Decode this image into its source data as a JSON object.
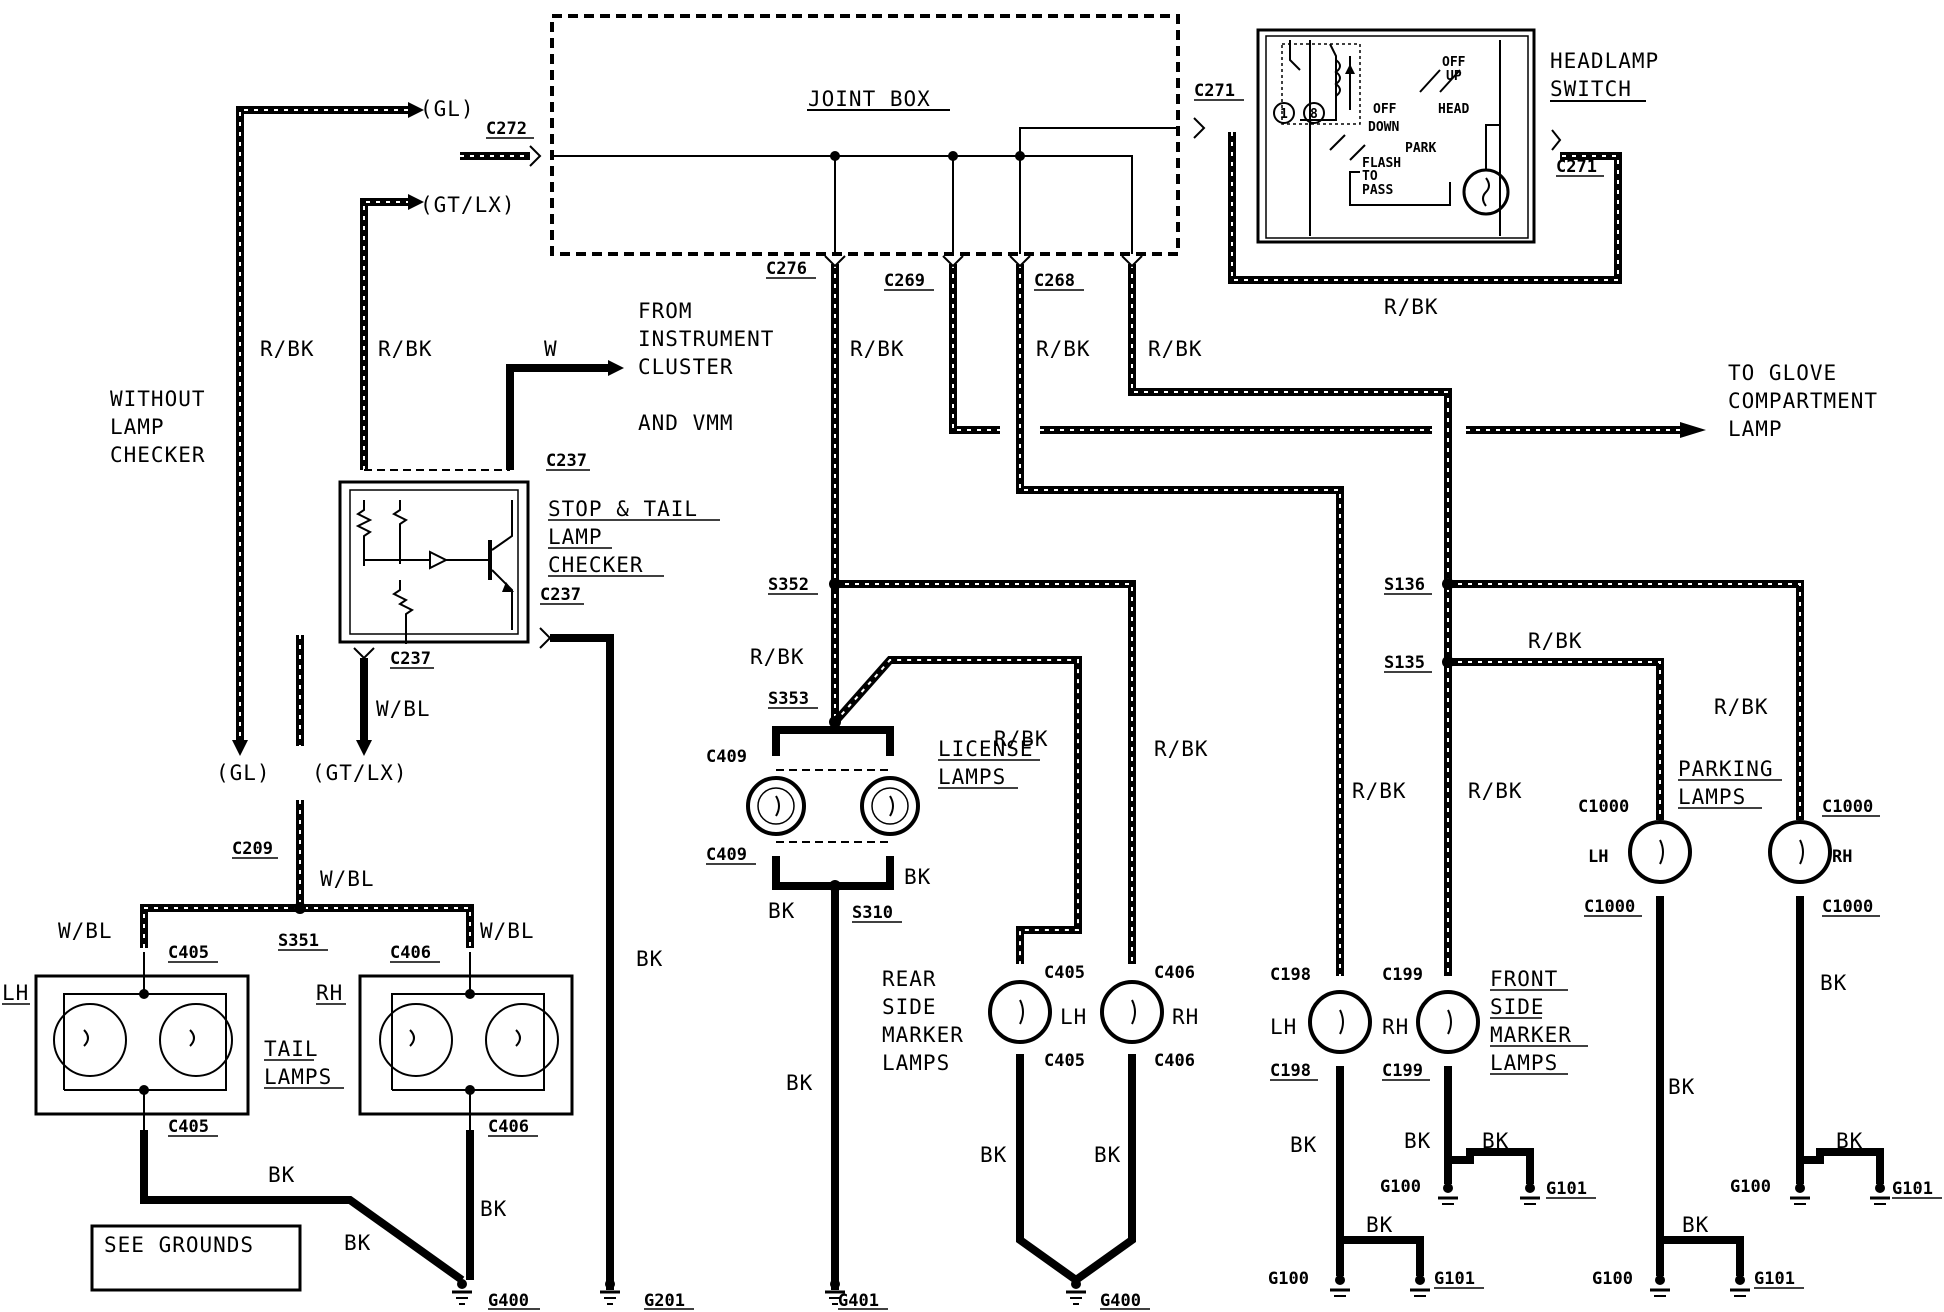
{
  "components": {
    "joint_box": "JOINT BOX",
    "headlamp_switch": [
      "HEADLAMP",
      "SWITCH"
    ],
    "stop_tail_checker": [
      "STOP & TAIL",
      "LAMP",
      "CHECKER"
    ],
    "from_cluster": [
      "FROM",
      "INSTRUMENT",
      "CLUSTER",
      "AND VMM"
    ],
    "glove_lamp": [
      "TO GLOVE",
      "COMPARTMENT",
      "LAMP"
    ],
    "without_checker": [
      "WITHOUT",
      "LAMP",
      "CHECKER"
    ],
    "license_lamps": [
      "LICENSE",
      "LAMPS"
    ],
    "tail_lamps": [
      "TAIL",
      "LAMPS"
    ],
    "rear_side_marker": [
      "REAR",
      "SIDE",
      "MARKER",
      "LAMPS"
    ],
    "front_side_marker": [
      "FRONT",
      "SIDE",
      "MARKER",
      "LAMPS"
    ],
    "parking_lamps": [
      "PARKING",
      "LAMPS"
    ],
    "see_grounds": "SEE GROUNDS"
  },
  "switch_labels": {
    "off_up": [
      "OFF",
      "UP"
    ],
    "head": "HEAD",
    "off_down": [
      "OFF",
      "DOWN"
    ],
    "park": "PARK",
    "flash": [
      "FLASH",
      "TO",
      "PASS"
    ],
    "n1": "1",
    "n8": "8"
  },
  "connectors": {
    "c272": "C272",
    "c271": "C271",
    "c276": "C276",
    "c269": "C269",
    "c268": "C268",
    "c237": "C237",
    "c209": "C209",
    "c405": "C405",
    "c406": "C406",
    "c409": "C409",
    "c198": "C198",
    "c199": "C199",
    "c1000": "C1000",
    "s352": "S352",
    "s353": "S353",
    "s310": "S310",
    "s351": "S351",
    "s136": "S136",
    "s135": "S135",
    "g400": "G400",
    "g201": "G201",
    "g401": "G401",
    "g100": "G100",
    "g101": "G101"
  },
  "wire_colors": {
    "rbk": "R/BK",
    "bk": "BK",
    "wbl": "W/BL",
    "w": "W",
    "gl": "(GL)",
    "gtlx": "(GT/LX)"
  },
  "sides": {
    "lh": "LH",
    "rh": "RH"
  },
  "colors": {
    "line": "#000000",
    "background": "#ffffff"
  }
}
